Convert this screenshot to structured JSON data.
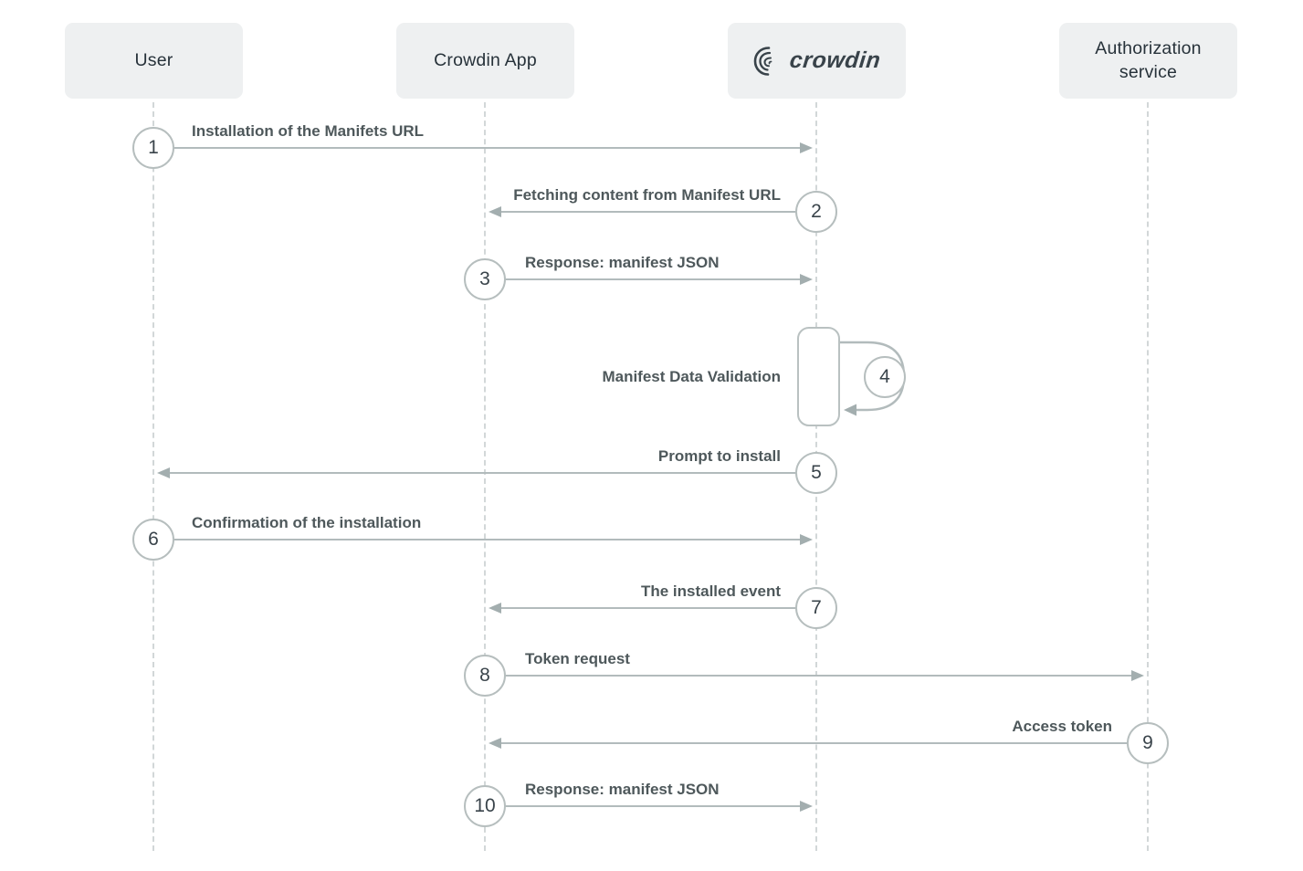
{
  "diagram": {
    "type": "sequence",
    "actors": [
      {
        "id": "user",
        "label": "User"
      },
      {
        "id": "crowdin-app",
        "label": "Crowdin App"
      },
      {
        "id": "crowdin",
        "label": "crowdin",
        "icon": "crowdin-logo"
      },
      {
        "id": "authorization-service",
        "label": "Authorization service"
      }
    ],
    "messages": [
      {
        "num": "1",
        "from": "user",
        "to": "crowdin",
        "label": "Installation of the Manifets URL"
      },
      {
        "num": "2",
        "from": "crowdin",
        "to": "crowdin-app",
        "label": "Fetching content from Manifest URL"
      },
      {
        "num": "3",
        "from": "crowdin-app",
        "to": "crowdin",
        "label": "Response: manifest JSON"
      },
      {
        "num": "4",
        "from": "crowdin",
        "to": "crowdin",
        "label": "Manifest Data Validation",
        "self": true
      },
      {
        "num": "5",
        "from": "crowdin",
        "to": "user",
        "label": "Prompt to install"
      },
      {
        "num": "6",
        "from": "user",
        "to": "crowdin",
        "label": "Confirmation of the installation"
      },
      {
        "num": "7",
        "from": "crowdin",
        "to": "crowdin-app",
        "label": "The installed event"
      },
      {
        "num": "8",
        "from": "crowdin-app",
        "to": "authorization-service",
        "label": "Token request"
      },
      {
        "num": "9",
        "from": "authorization-service",
        "to": "crowdin-app",
        "label": "Access token"
      },
      {
        "num": "10",
        "from": "crowdin-app",
        "to": "crowdin",
        "label": "Response: manifest JSON"
      }
    ],
    "colors": {
      "actor_box_bg": "#eef0f1",
      "actor_text": "#27323a",
      "lifeline": "#d2d7d8",
      "arrow_line": "#b2bbbc",
      "arrow_head": "#a3aeaf",
      "circle_border": "#b6bebe",
      "number_text": "#3a444b",
      "label_text": "#4e585b",
      "logo_text": "#39434a"
    }
  }
}
